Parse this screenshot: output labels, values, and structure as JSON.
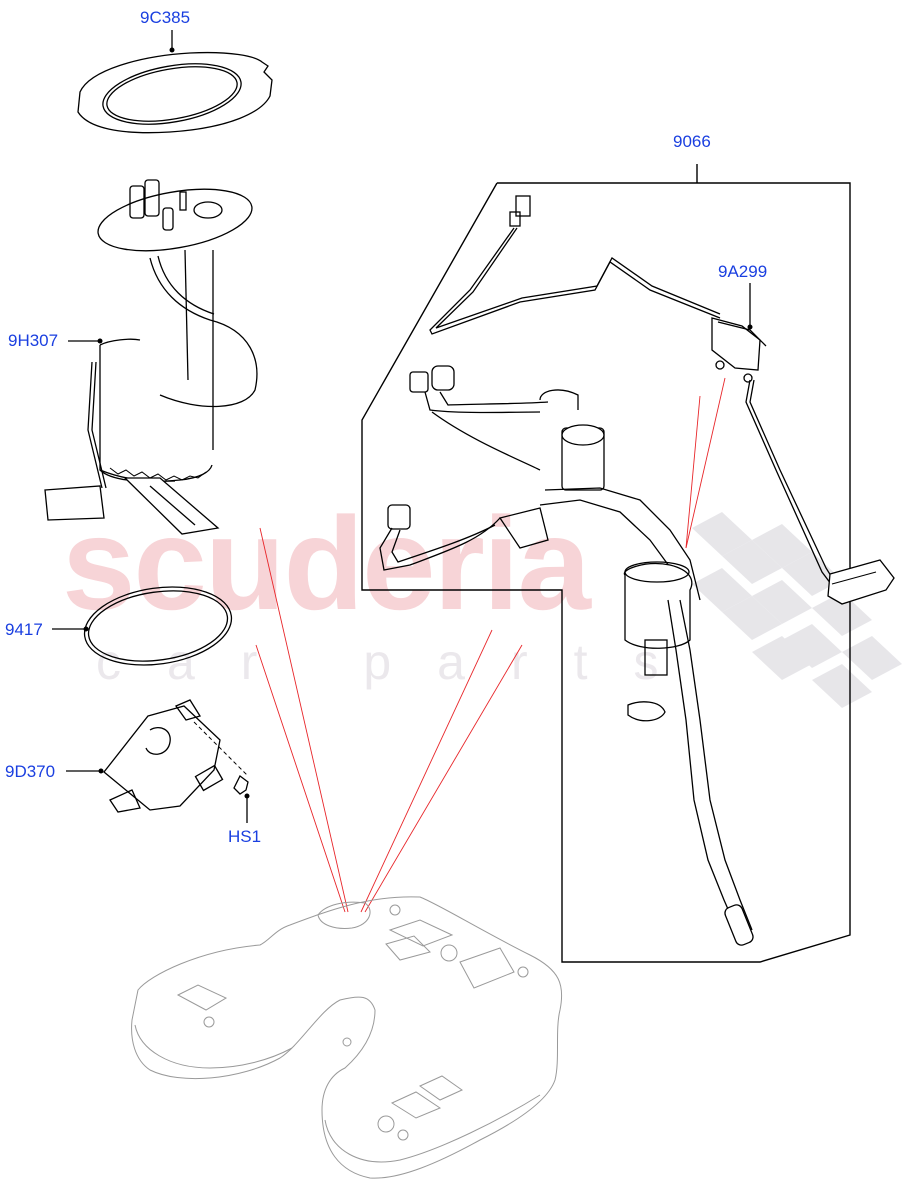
{
  "diagram": {
    "type": "parts-exploded-view",
    "subject": "Fuel pump and sender unit assembly",
    "label_color": "#1a3fe0",
    "leader_line_color": "#000000",
    "reference_line_color": "#e8262a"
  },
  "watermark": {
    "main_text": "scuderia",
    "sub_text": "car parts",
    "main_color": "#f7d4d7",
    "sub_color": "#ebe8ec"
  },
  "callouts": [
    {
      "id": "9C385",
      "label": "9C385",
      "part": "locking-ring"
    },
    {
      "id": "9H307",
      "label": "9H307",
      "part": "fuel-pump-module"
    },
    {
      "id": "9066",
      "label": "9066",
      "part": "fuel-sender-assembly"
    },
    {
      "id": "9A299",
      "label": "9A299",
      "part": "fuel-level-sensor"
    },
    {
      "id": "9417",
      "label": "9417",
      "part": "seal-ring"
    },
    {
      "id": "9D370",
      "label": "9D370",
      "part": "fuel-pump-control-module"
    },
    {
      "id": "HS1",
      "label": "HS1",
      "part": "bolt"
    }
  ]
}
